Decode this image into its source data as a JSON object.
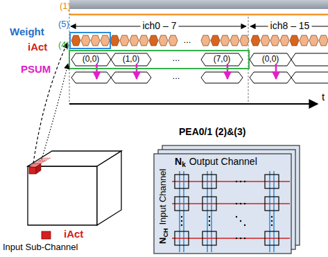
{
  "diagram": {
    "nodes": [
      {
        "text": [
          "PEA0/1 (2)&(3)"
        ]
      }
    ],
    "labels": [
      "(1)",
      "Weight",
      "(5)",
      "iAct",
      "(4)",
      "PSUM",
      "ich0 – 7",
      "ich8 – 15",
      "(0,0)",
      "(1,0)",
      "...",
      "(7,0)",
      "(0,0)",
      "...",
      "...",
      "t",
      "N",
      "k",
      "Output Channel",
      "N",
      "CH",
      "Input Channel",
      "iAct",
      "Input Sub-Channel"
    ]
  }
}
